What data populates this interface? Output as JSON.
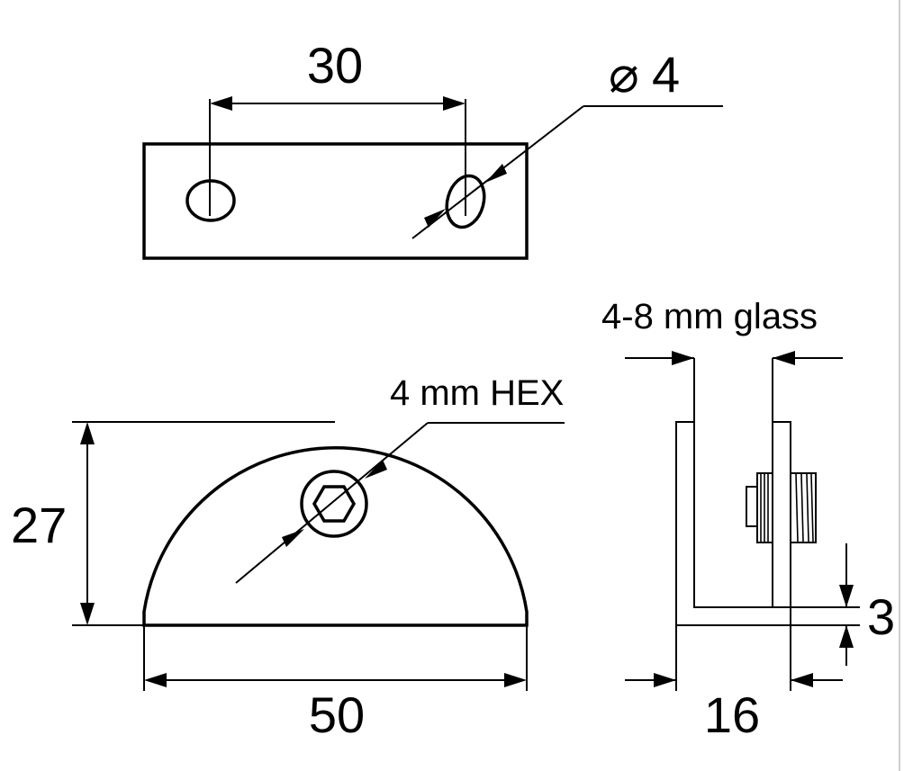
{
  "top_view": {
    "hole_spacing": "30",
    "hole_diameter_symbol": "⌀",
    "hole_diameter": "4"
  },
  "front_view": {
    "height": "27",
    "width": "50",
    "hex_label": "4 mm HEX"
  },
  "side_view": {
    "glass_label": "4-8 mm glass",
    "thickness": "3",
    "depth": "16"
  }
}
